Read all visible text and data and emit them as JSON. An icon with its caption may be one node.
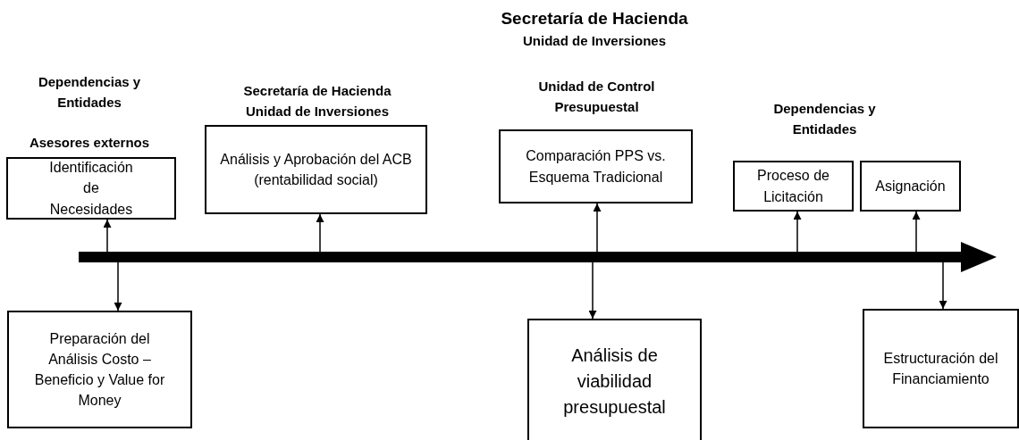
{
  "diagram": {
    "nodes": [
      {
        "text": [
          "Dependencias y Entidades",
          "Asesores externos",
          "Identificación de Necesidades"
        ]
      },
      {
        "text": [
          "Secretaría de Hacienda",
          "Unidad de Inversiones",
          "Análisis y Aprobación del ACB (rentabilidad social)"
        ]
      },
      {
        "text": [
          "Secretaría de Hacienda",
          "Unidad de Inversiones",
          "Unidad de Control Presupuestal",
          "Comparación PPS vs. Esquema Tradicional"
        ]
      },
      {
        "text": [
          "Proceso de Licitación"
        ]
      },
      {
        "text": [
          "Asignación"
        ]
      },
      {
        "text": [],
        "shape": "arrow"
      },
      {
        "text": [
          "Preparación del Análisis Costo – Beneficio y Value for Money"
        ]
      },
      {
        "text": [
          "Análisis de viabilidad presupuestal"
        ]
      },
      {
        "text": [
          "Estructuración del Financiamiento"
        ]
      }
    ],
    "edges": [
      {
        "from": 5,
        "to": 0,
        "arrow": "to"
      },
      {
        "from": 5,
        "to": 6,
        "arrow": "to"
      },
      {
        "from": 5,
        "to": 1,
        "arrow": "to"
      },
      {
        "from": 5,
        "to": 2,
        "arrow": "to"
      },
      {
        "from": 5,
        "to": 7,
        "arrow": "to"
      },
      {
        "from": 5,
        "to": 3,
        "arrow": "to"
      },
      {
        "from": 5,
        "to": 4,
        "arrow": "to"
      },
      {
        "from": 5,
        "to": 8,
        "arrow": "to"
      }
    ],
    "labels": [
      "Dependencias y Entidades"
    ]
  }
}
